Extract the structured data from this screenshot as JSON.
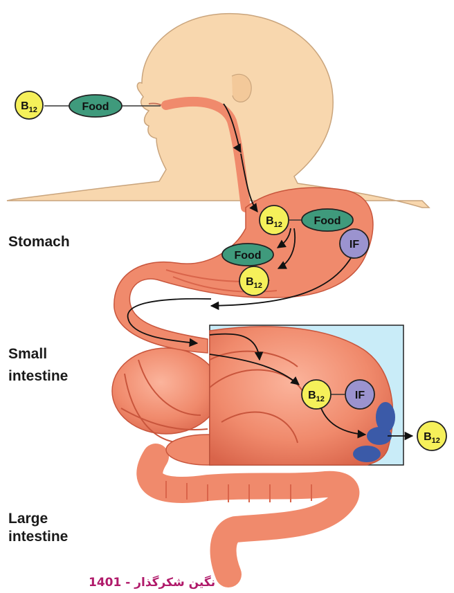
{
  "labels": {
    "stomach": "Stomach",
    "small_intestine": [
      "Small",
      "intestine"
    ],
    "large_intestine": [
      "Large",
      "intestine"
    ]
  },
  "molecules": {
    "b12_base": "B",
    "b12_subscript": "12",
    "food": "Food",
    "intrinsic_factor": "IF"
  },
  "credit": "نگین شکرگذار - 1401",
  "colors": {
    "b12_fill": "#f5f05a",
    "food_fill": "#3f9a7c",
    "if_fill": "#9b93cf",
    "skin": "#f8d7ae",
    "gut": "#f08a6c",
    "gut_dark": "#d9644a",
    "inset_bg": "#c9ecf8",
    "receptor": "#3b5aa8",
    "credit": "#b01a6a"
  }
}
